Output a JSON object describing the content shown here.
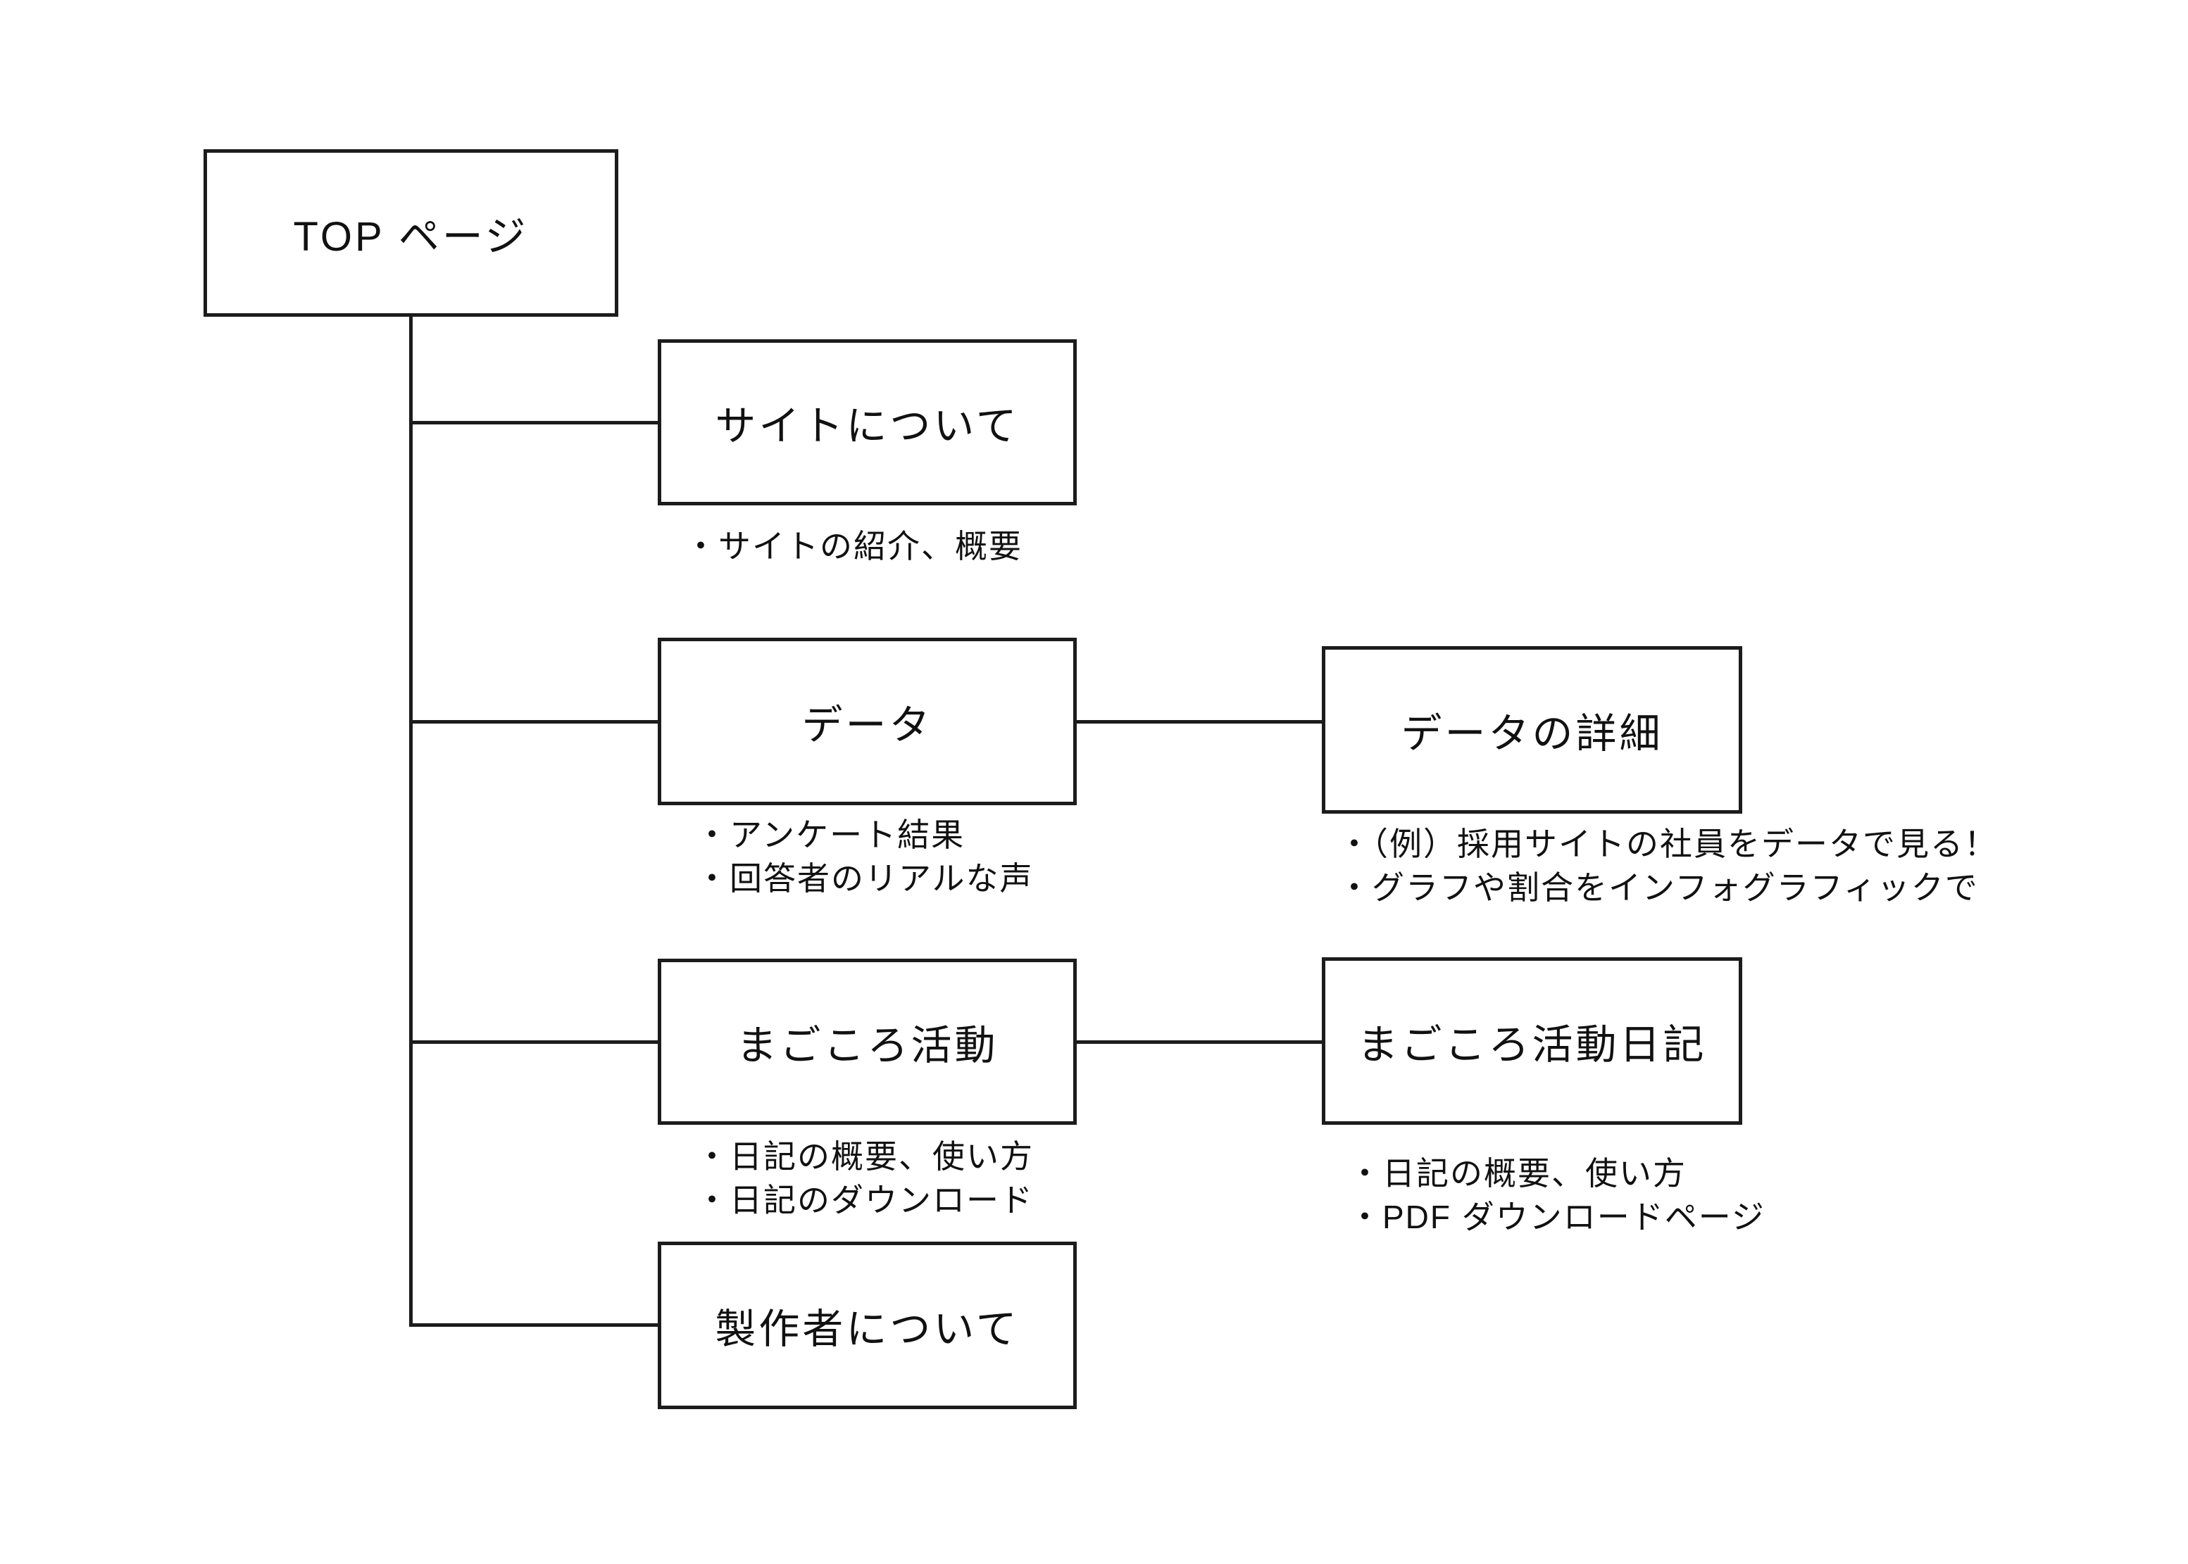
{
  "colors": {
    "background": "#ffffff",
    "line": "#1c1c1c",
    "text": "#111111"
  },
  "nodes": {
    "top": {
      "label": "TOP ページ"
    },
    "site": {
      "label": "サイトについて",
      "notes": [
        "・サイトの紹介、概要"
      ]
    },
    "data": {
      "label": "データ",
      "notes": [
        "・アンケート結果",
        "・回答者のリアルな声"
      ]
    },
    "data_detail": {
      "label": "データの詳細",
      "notes": [
        "・（例）採用サイトの社員をデータで見る！",
        "・グラフや割合をインフォグラフィックで"
      ]
    },
    "magokoro": {
      "label": "まごころ活動",
      "notes": [
        "・日記の概要、使い方",
        "・日記のダウンロード"
      ]
    },
    "magokoro_diary": {
      "label": "まごころ活動日記",
      "notes": [
        "・日記の概要、使い方",
        "・PDF ダウンロードページ"
      ]
    },
    "creator": {
      "label": "製作者について"
    }
  }
}
